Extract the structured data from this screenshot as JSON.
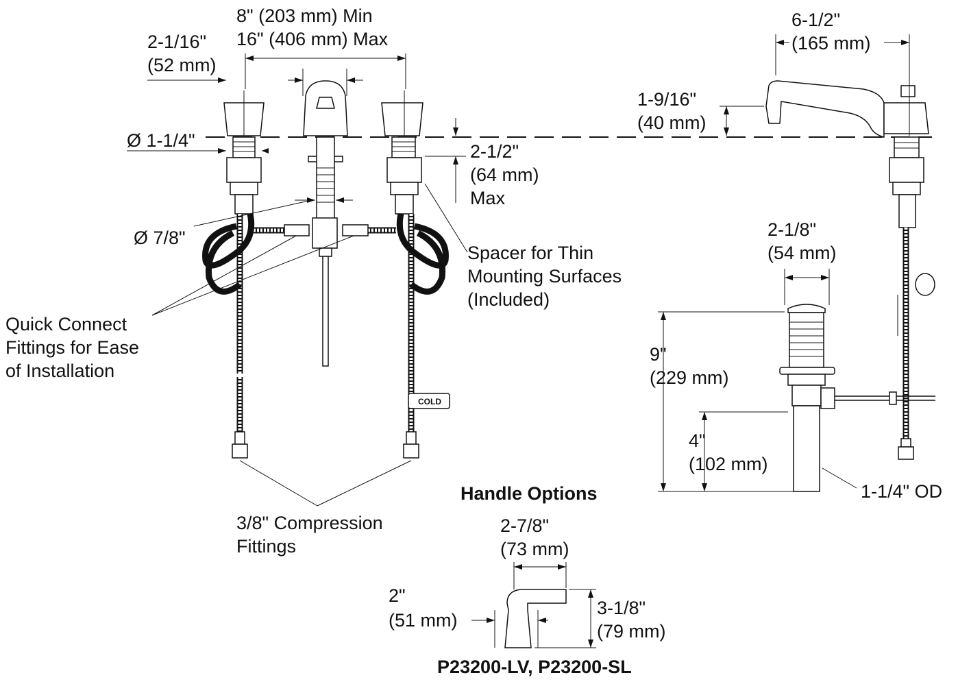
{
  "labels": {
    "center_min": "8\" (203 mm) Min",
    "center_max": "16\" (406 mm) Max",
    "handle_width_in": "2-1/16\"",
    "handle_width_mm": "(52 mm)",
    "handle_dia": "Ø 1-1/4\"",
    "spout_hole_dia": "Ø 7/8\"",
    "mount_depth_in": "2-1/2\"",
    "mount_depth_mm": "(64 mm)",
    "mount_depth_max": "Max",
    "spacer_line1": "Spacer for Thin",
    "spacer_line2": "Mounting Surfaces",
    "spacer_line3": "(Included)",
    "quick_line1": "Quick Connect",
    "quick_line2": "Fittings for Ease",
    "quick_line3": "of Installation",
    "cold_tag": "COLD",
    "compression_line1": "3/8\" Compression",
    "compression_line2": "Fittings",
    "reach_in": "6-1/2\"",
    "reach_mm": "(165 mm)",
    "spout_height_in": "1-9/16\"",
    "spout_height_mm": "(40 mm)",
    "drain_width_in": "2-1/8\"",
    "drain_width_mm": "(54 mm)",
    "drain_len_in": "9\"",
    "drain_len_mm": "(229 mm)",
    "tail_in": "4\"",
    "tail_mm": "(102 mm)",
    "tail_od": "1-1/4\" OD",
    "handle_options_title": "Handle Options",
    "lever_width_in": "2-7/8\"",
    "lever_width_mm": "(73 mm)",
    "lever_base_in": "2\"",
    "lever_base_mm": "(51 mm)",
    "lever_height_in": "3-1/8\"",
    "lever_height_mm": "(79 mm)",
    "models": "P23200-LV, P23200-SL"
  }
}
